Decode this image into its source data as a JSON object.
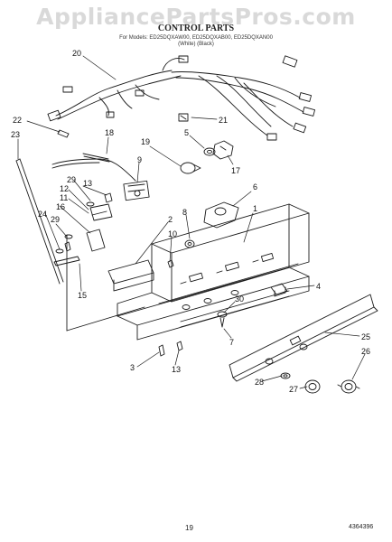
{
  "watermark": "AppliancePartsPros.com",
  "title": "CONTROL PARTS",
  "models_line": "For Models: ED25DQXAW00, ED25DQXAB00, ED25DQXAN00",
  "colors_line": "(White)        (Black)",
  "page_number": "19",
  "document_number": "4364396",
  "callouts": [
    "20",
    "21",
    "22",
    "23",
    "18",
    "5",
    "17",
    "19",
    "9",
    "6",
    "29",
    "13",
    "12",
    "11",
    "16",
    "24",
    "29",
    "8",
    "2",
    "10",
    "1",
    "15",
    "4",
    "30",
    "7",
    "25",
    "26",
    "3",
    "13",
    "28",
    "27"
  ],
  "colors": {
    "line": "#1a1a1a",
    "watermark": "#d9d9d9",
    "background": "#ffffff"
  }
}
